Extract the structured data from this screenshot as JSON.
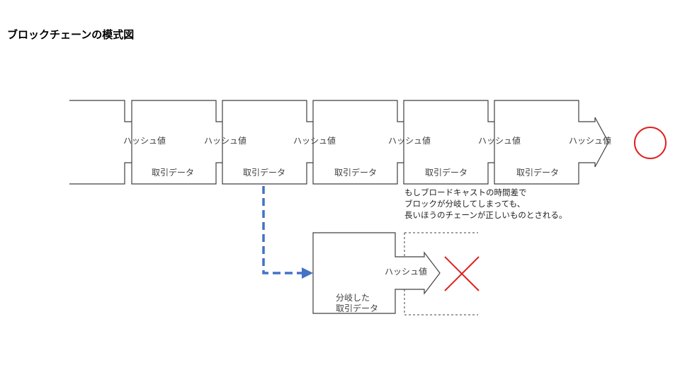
{
  "title": "ブロックチェーンの模式図",
  "block": {
    "hash_label": "ハッシュ値",
    "data_label": "取引データ"
  },
  "main_chain_hash_labels": [
    "ハッシュ値",
    "ハッシュ値",
    "ハッシュ値",
    "ハッシュ値",
    "ハッシュ値",
    "ハッシュ値"
  ],
  "main_chain_data_labels": [
    "取引データ",
    "取引データ",
    "取引データ",
    "取引データ",
    "取引データ"
  ],
  "note_lines": [
    "もしブロードキャストの時間差で",
    "ブロックが分岐してしまっても、",
    "長いほうのチェーンが正しいものとされる。"
  ],
  "fork": {
    "hash_label": "ハッシュ値",
    "data_line1": "分岐した",
    "data_line2": "取引データ"
  },
  "symbols": {
    "valid": "circle",
    "invalid": "cross"
  },
  "colors": {
    "valid_mark": "#e02020",
    "invalid_mark": "#e02020",
    "fork_arrow": "#4472c4",
    "outline": "#404040"
  }
}
